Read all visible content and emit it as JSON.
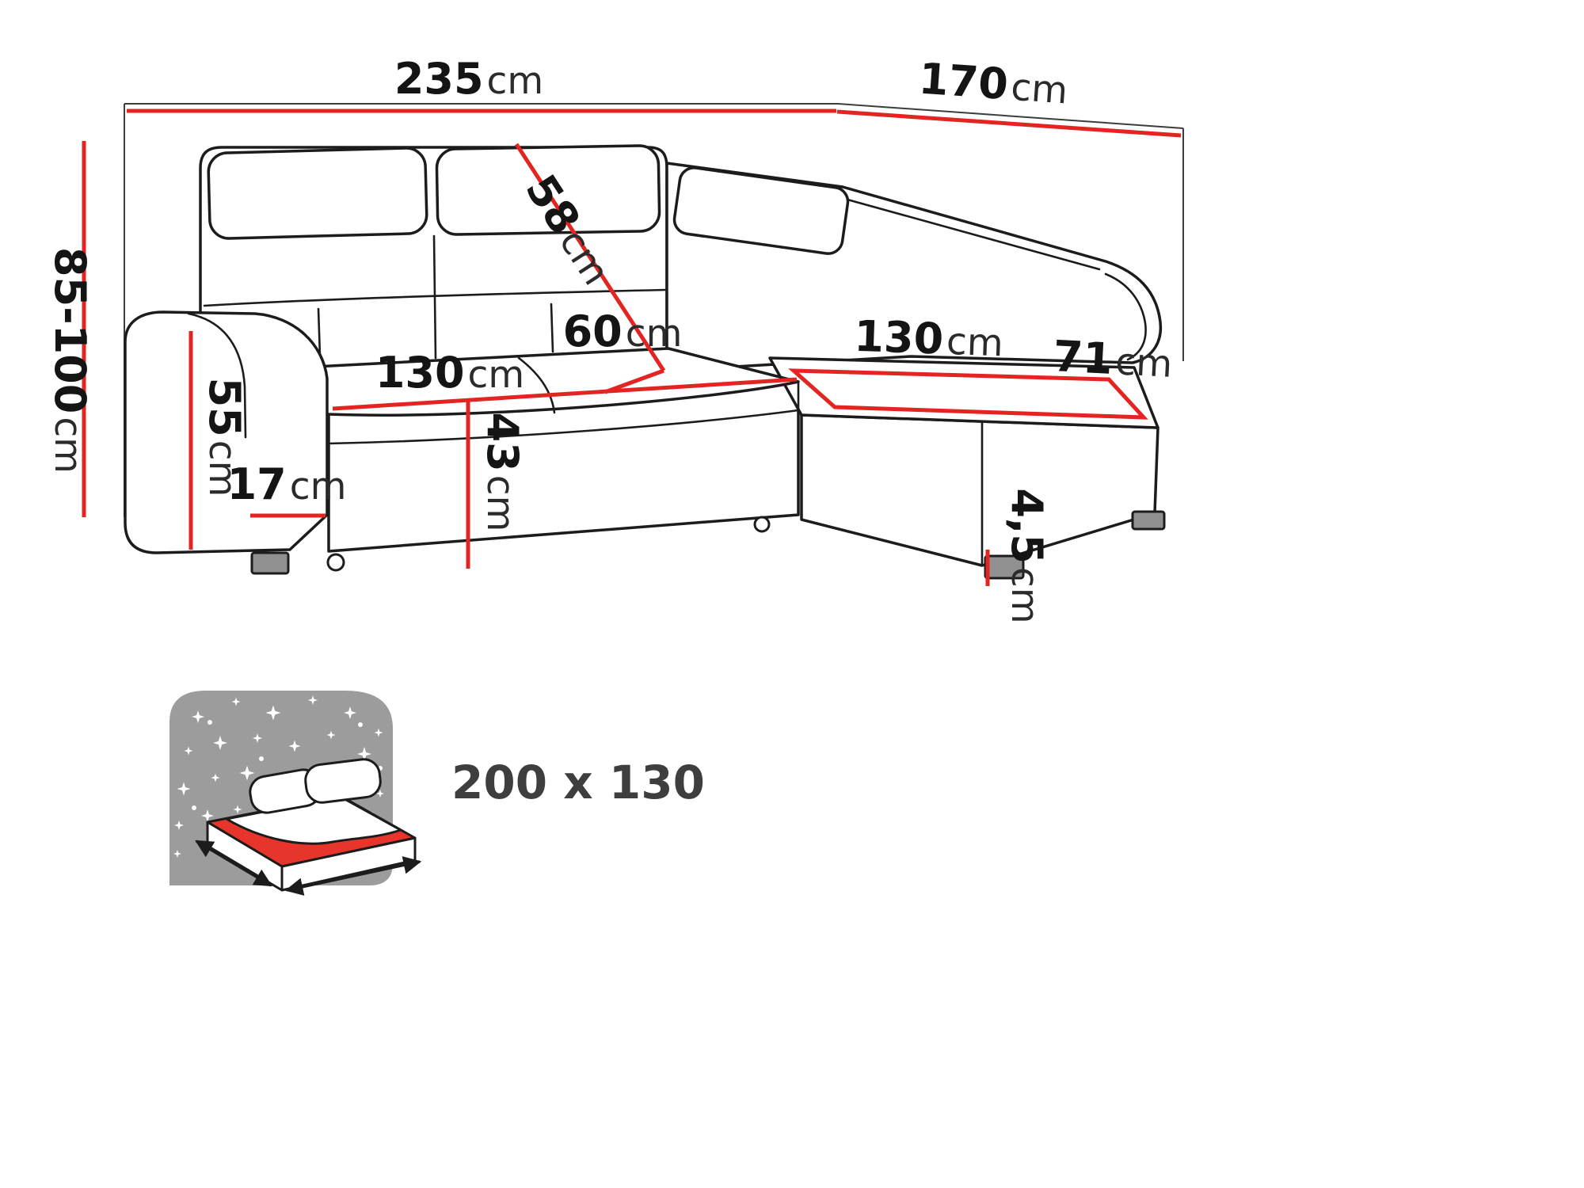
{
  "dimensions": {
    "total_width": {
      "value": "235",
      "unit": "cm"
    },
    "total_depth": {
      "value": "170",
      "unit": "cm"
    },
    "height_range": {
      "value": "85-100",
      "unit": "cm"
    },
    "backrest_height": {
      "value": "58",
      "unit": "cm"
    },
    "seat_depth": {
      "value": "60",
      "unit": "cm"
    },
    "seat_width": {
      "value": "130",
      "unit": "cm"
    },
    "chaise_length": {
      "value": "130",
      "unit": "cm"
    },
    "chaise_end_width": {
      "value": "71",
      "unit": "cm"
    },
    "armrest_height": {
      "value": "55",
      "unit": "cm"
    },
    "armrest_width": {
      "value": "17",
      "unit": "cm"
    },
    "seat_height": {
      "value": "43",
      "unit": "cm"
    },
    "leg_height": {
      "value": "4,5",
      "unit": "cm"
    }
  },
  "sleeping_area": {
    "size": "200 x 130"
  },
  "colors": {
    "dimension_red": "#e32421",
    "outline_black": "#1c1c1c",
    "icon_grey": "#9c9c9c",
    "icon_red": "#e8352c",
    "label_text": "#141414"
  }
}
